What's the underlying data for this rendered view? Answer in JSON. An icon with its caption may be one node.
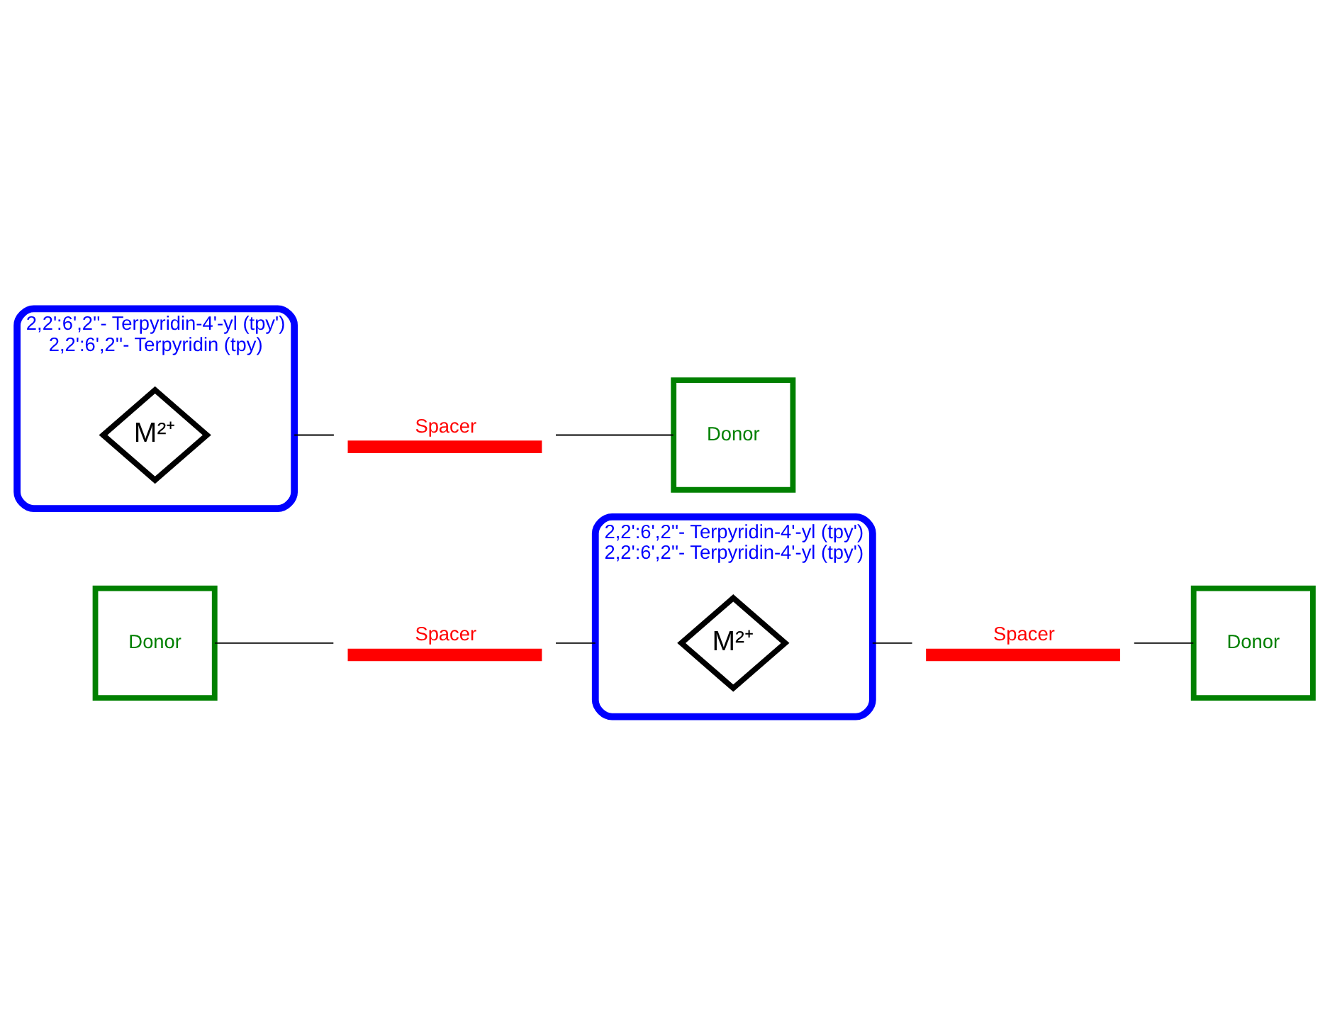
{
  "diagram": {
    "nodes": [
      {
        "text": [
          "Donor"
        ]
      },
      {
        "text": [
          "Spacer"
        ]
      },
      {
        "text": [
          "2,2':6',2''- Terpyridin-4'-yl (tpy')",
          "2,2':6',2''- Terpyridin-4'-yl (tpy')"
        ]
      },
      {
        "text": [
          "M²⁺"
        ],
        "in": 2
      },
      {
        "text": [
          "Spacer"
        ]
      },
      {
        "text": [
          "Donor"
        ]
      },
      {
        "text": [
          "2,2':6',2''- Terpyridin-4'-yl (tpy')",
          "2,2':6',2''- Terpyridin (tpy)"
        ]
      },
      {
        "text": [
          "M²⁺"
        ],
        "in": 6
      },
      {
        "text": [
          "Spacer"
        ]
      },
      {
        "text": [
          "Donor"
        ]
      }
    ],
    "edges": [
      {
        "from": 0,
        "to": 1,
        "arrow": "none"
      },
      {
        "from": 1,
        "to": 2,
        "arrow": "none"
      },
      {
        "from": 2,
        "to": 4,
        "arrow": "none"
      },
      {
        "from": 4,
        "to": 5,
        "arrow": "none"
      },
      {
        "from": 6,
        "to": 8,
        "arrow": "none"
      },
      {
        "from": 8,
        "to": 9,
        "arrow": "none"
      }
    ]
  }
}
